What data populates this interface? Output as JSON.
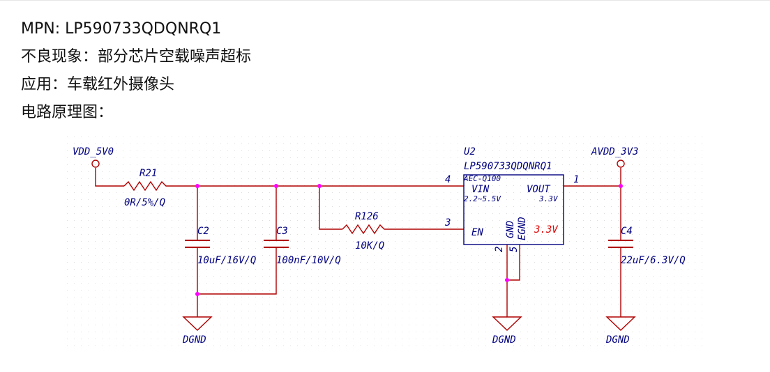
{
  "doc": {
    "mpn": "MPN: LP590733QDQNRQ1",
    "defect": "不良现象：部分芯片空载噪声超标",
    "application": "应用：车载红外摄像头",
    "schematic_title": "电路原理图："
  },
  "schematic": {
    "colors": {
      "wire": "#b00000",
      "text": "#000080",
      "junction": "#ff00ff",
      "grid": "#c8c8c8",
      "output_label": "#e00000"
    },
    "nets": {
      "vdd": "VDD_5V0",
      "avdd": "AVDD_3V3",
      "gnd": "DGND"
    },
    "ic": {
      "ref": "U2",
      "part": "LP590733QDQNRQ1",
      "grade": "AEC-Q100",
      "vin_label": "VIN",
      "vin_range": "2.2~5.5V",
      "vout_label": "VOUT",
      "vout_value": "3.3V",
      "en_label": "EN",
      "gnd_label": "GND",
      "egnd_label": "EGND",
      "output_note": "3.3V",
      "pins": {
        "vin": "4",
        "vout": "1",
        "en": "3",
        "gnd": "2",
        "egnd": "5"
      }
    },
    "components": {
      "r21": {
        "ref": "R21",
        "value": "0R/5%/Q"
      },
      "r126": {
        "ref": "R126",
        "value": "10K/Q"
      },
      "c2": {
        "ref": "C2",
        "value": "10uF/16V/Q"
      },
      "c3": {
        "ref": "C3",
        "value": "100nF/10V/Q"
      },
      "c4": {
        "ref": "C4",
        "value": "22uF/6.3V/Q"
      }
    }
  }
}
